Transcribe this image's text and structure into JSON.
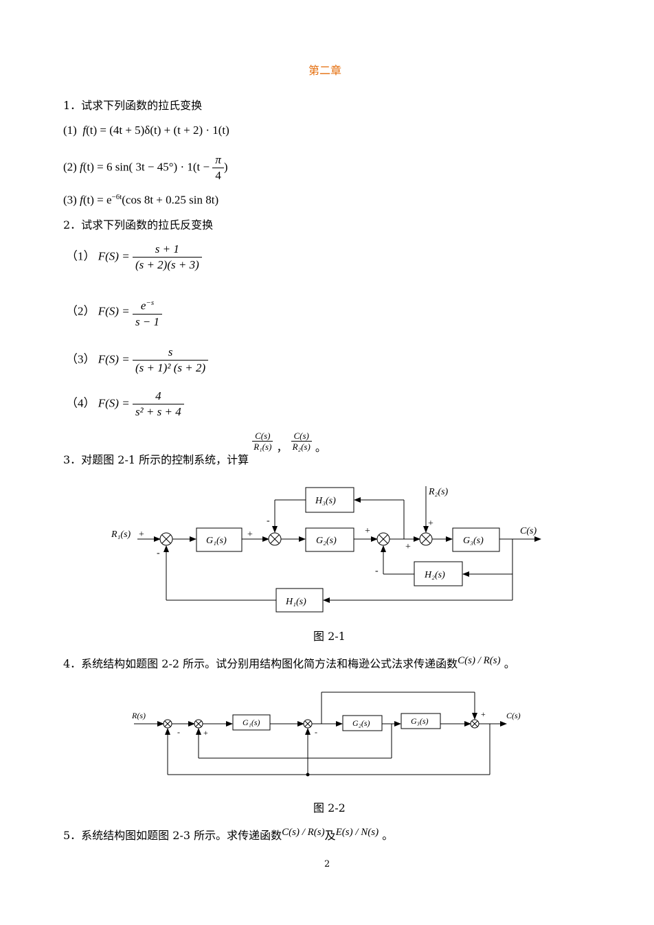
{
  "chapter_title": "第二章",
  "chapter_color": "#e46c0a",
  "q1": {
    "title": "1．试求下列函数的拉氏变换",
    "items": [
      {
        "label": "(1)",
        "expr_a": "f",
        "expr_b": "(t) = (4t + 5)δ(t) + (t + 2) · 1(t)"
      },
      {
        "label": "(2)",
        "expr_a": "f",
        "expr_b": "(t) = 6 sin( 3t − 45°) · 1(t −",
        "frac_num": "π",
        "frac_den": "4",
        "expr_c": ")"
      },
      {
        "label": "(3)",
        "expr_a": "f",
        "expr_b": "(t) = e",
        "sup": "−6t",
        "expr_c": "(cos 8t + 0.25 sin 8t)"
      }
    ]
  },
  "q2": {
    "title": "2．试求下列函数的拉氏反变换",
    "lhs": "F(S) =",
    "items": [
      {
        "label": "（1）",
        "num": "s + 1",
        "den": "(s + 2)(s + 3)"
      },
      {
        "label": "（2）",
        "num": "e",
        "num_sup": "−s",
        "den": "s − 1"
      },
      {
        "label": "（3）",
        "num": "s",
        "den": "(s + 1)² (s + 2)"
      },
      {
        "label": "（4）",
        "num": "4",
        "den": "s² + s + 4"
      }
    ]
  },
  "q3": {
    "text": "3．对题图 2-1 所示的控制系统，计算",
    "frac1_num": "C(s)",
    "frac1_den": "R₁(s)",
    "comma": "，",
    "frac2_num": "C(s)",
    "frac2_den": "R₂(s)",
    "end": "。"
  },
  "fig1": {
    "caption": "图 2-1",
    "r1": "R₁(s)",
    "r2": "R₂(s)",
    "c": "C(s)",
    "g1": "G₁(s)",
    "g2": "G₂(s)",
    "g3": "G₃(s)",
    "h1": "H₁(s)",
    "h2": "H₂(s)",
    "h3": "H₃(s)",
    "plus": "+",
    "minus": "-"
  },
  "q4": {
    "text": "4．系统结构如题图 2-2 所示。试分别用结构图化简方法和梅逊公式法求传递函数",
    "tf": "C(s) / R(s)",
    "end": "。"
  },
  "fig2": {
    "caption": "图 2-2",
    "r": "R(s)",
    "c": "C(s)",
    "g1": "G₁(s)",
    "g2": "G₂(s)",
    "g3": "G₃(s)",
    "plus": "+",
    "minus": "-"
  },
  "q5": {
    "text": "5．系统结构图如题图 2-3 所示。求传递函数",
    "tf1": "C(s) / R(s)",
    "and": "及",
    "tf2": "E(s) / N(s)",
    "end": "。"
  },
  "page_number": "2"
}
